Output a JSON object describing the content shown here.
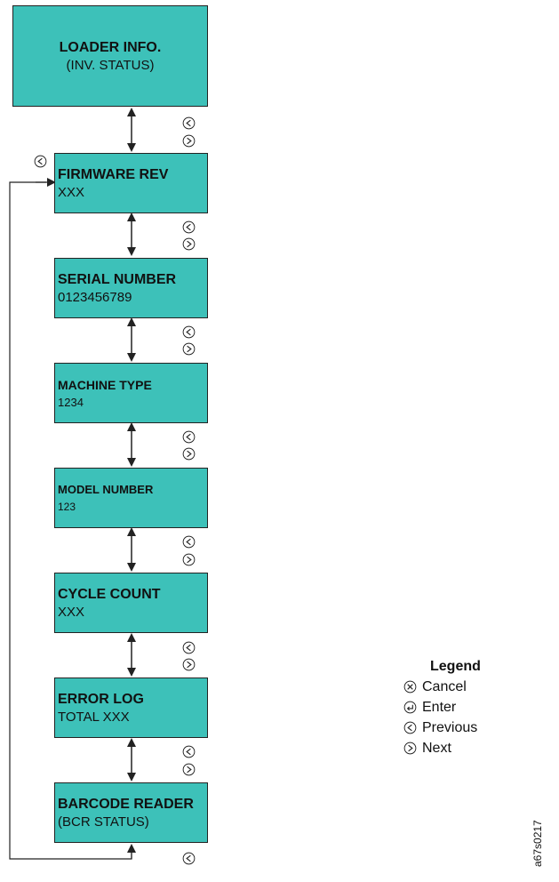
{
  "boxes": [
    {
      "title": "LOADER INFO.",
      "value": "(INV. STATUS)"
    },
    {
      "title": "FIRMWARE REV",
      "value": "XXX"
    },
    {
      "title": "SERIAL NUMBER",
      "value": "0123456789"
    },
    {
      "title": "MACHINE TYPE",
      "value": "1234"
    },
    {
      "title": "MODEL NUMBER",
      "value": "123"
    },
    {
      "title": "CYCLE COUNT",
      "value": "XXX"
    },
    {
      "title": "ERROR LOG",
      "value": "TOTAL XXX"
    },
    {
      "title": "BARCODE READER",
      "value": "(BCR STATUS)"
    }
  ],
  "legend": {
    "title": "Legend",
    "items": [
      {
        "icon": "cancel-icon",
        "label": "Cancel"
      },
      {
        "icon": "enter-icon",
        "label": "Enter"
      },
      {
        "icon": "previous-icon",
        "label": "Previous"
      },
      {
        "icon": "next-icon",
        "label": "Next"
      }
    ]
  },
  "figure_id": "a67s0217",
  "colors": {
    "box_fill": "#3dc1b9",
    "line": "#222222"
  }
}
